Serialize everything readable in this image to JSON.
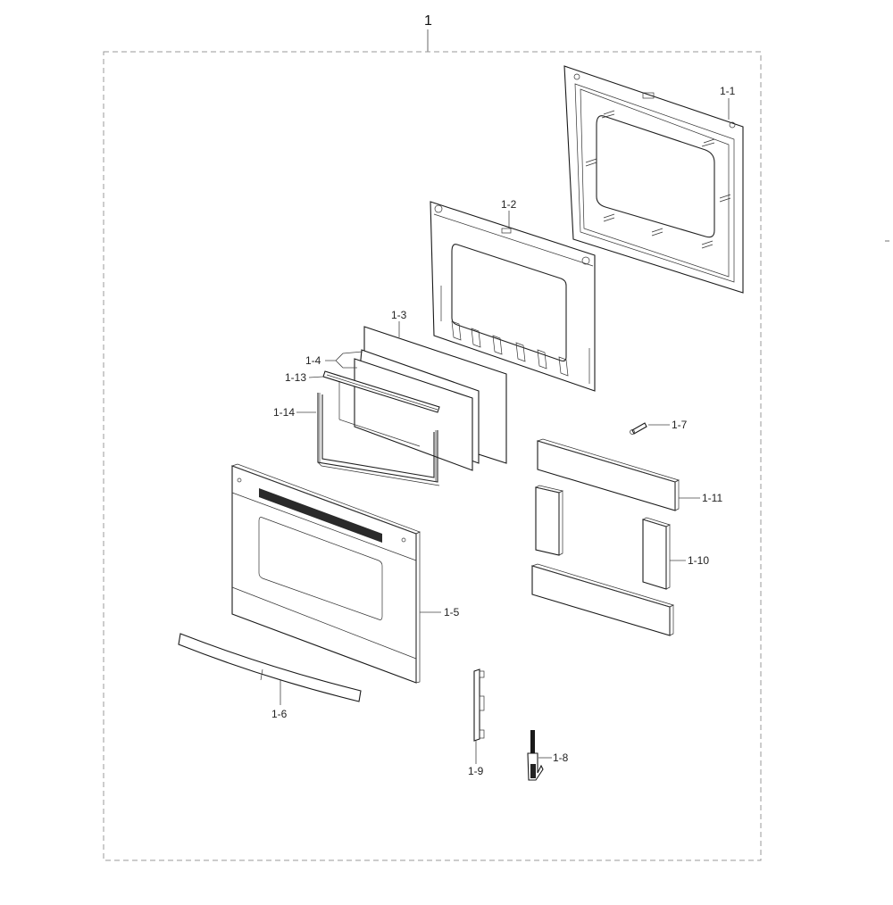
{
  "diagram": {
    "type": "exploded-parts-diagram",
    "subject": "oven door assembly",
    "assembly_label": "1",
    "colors": {
      "line": "#1a1a1a",
      "border_dash": "#999999",
      "background": "#ffffff"
    },
    "parts": [
      {
        "id": "1-1",
        "label": "1-1",
        "desc": "inner door liner frame (rear)"
      },
      {
        "id": "1-2",
        "label": "1-2",
        "desc": "inner door panel"
      },
      {
        "id": "1-3",
        "label": "1-3",
        "desc": "glass panel"
      },
      {
        "id": "1-4",
        "label": "1-4",
        "desc": "glass panels (pair)"
      },
      {
        "id": "1-13",
        "label": "1-13",
        "desc": "glass holder top"
      },
      {
        "id": "1-14",
        "label": "1-14",
        "desc": "glass frame"
      },
      {
        "id": "1-5",
        "label": "1-5",
        "desc": "outer door panel"
      },
      {
        "id": "1-6",
        "label": "1-6",
        "desc": "door handle"
      },
      {
        "id": "1-7",
        "label": "1-7",
        "desc": "screw"
      },
      {
        "id": "1-8",
        "label": "1-8",
        "desc": "hinge"
      },
      {
        "id": "1-9",
        "label": "1-9",
        "desc": "hinge bracket"
      },
      {
        "id": "1-10",
        "label": "1-10",
        "desc": "insulation (side)"
      },
      {
        "id": "1-11",
        "label": "1-11",
        "desc": "insulation (top/bottom)"
      }
    ]
  }
}
